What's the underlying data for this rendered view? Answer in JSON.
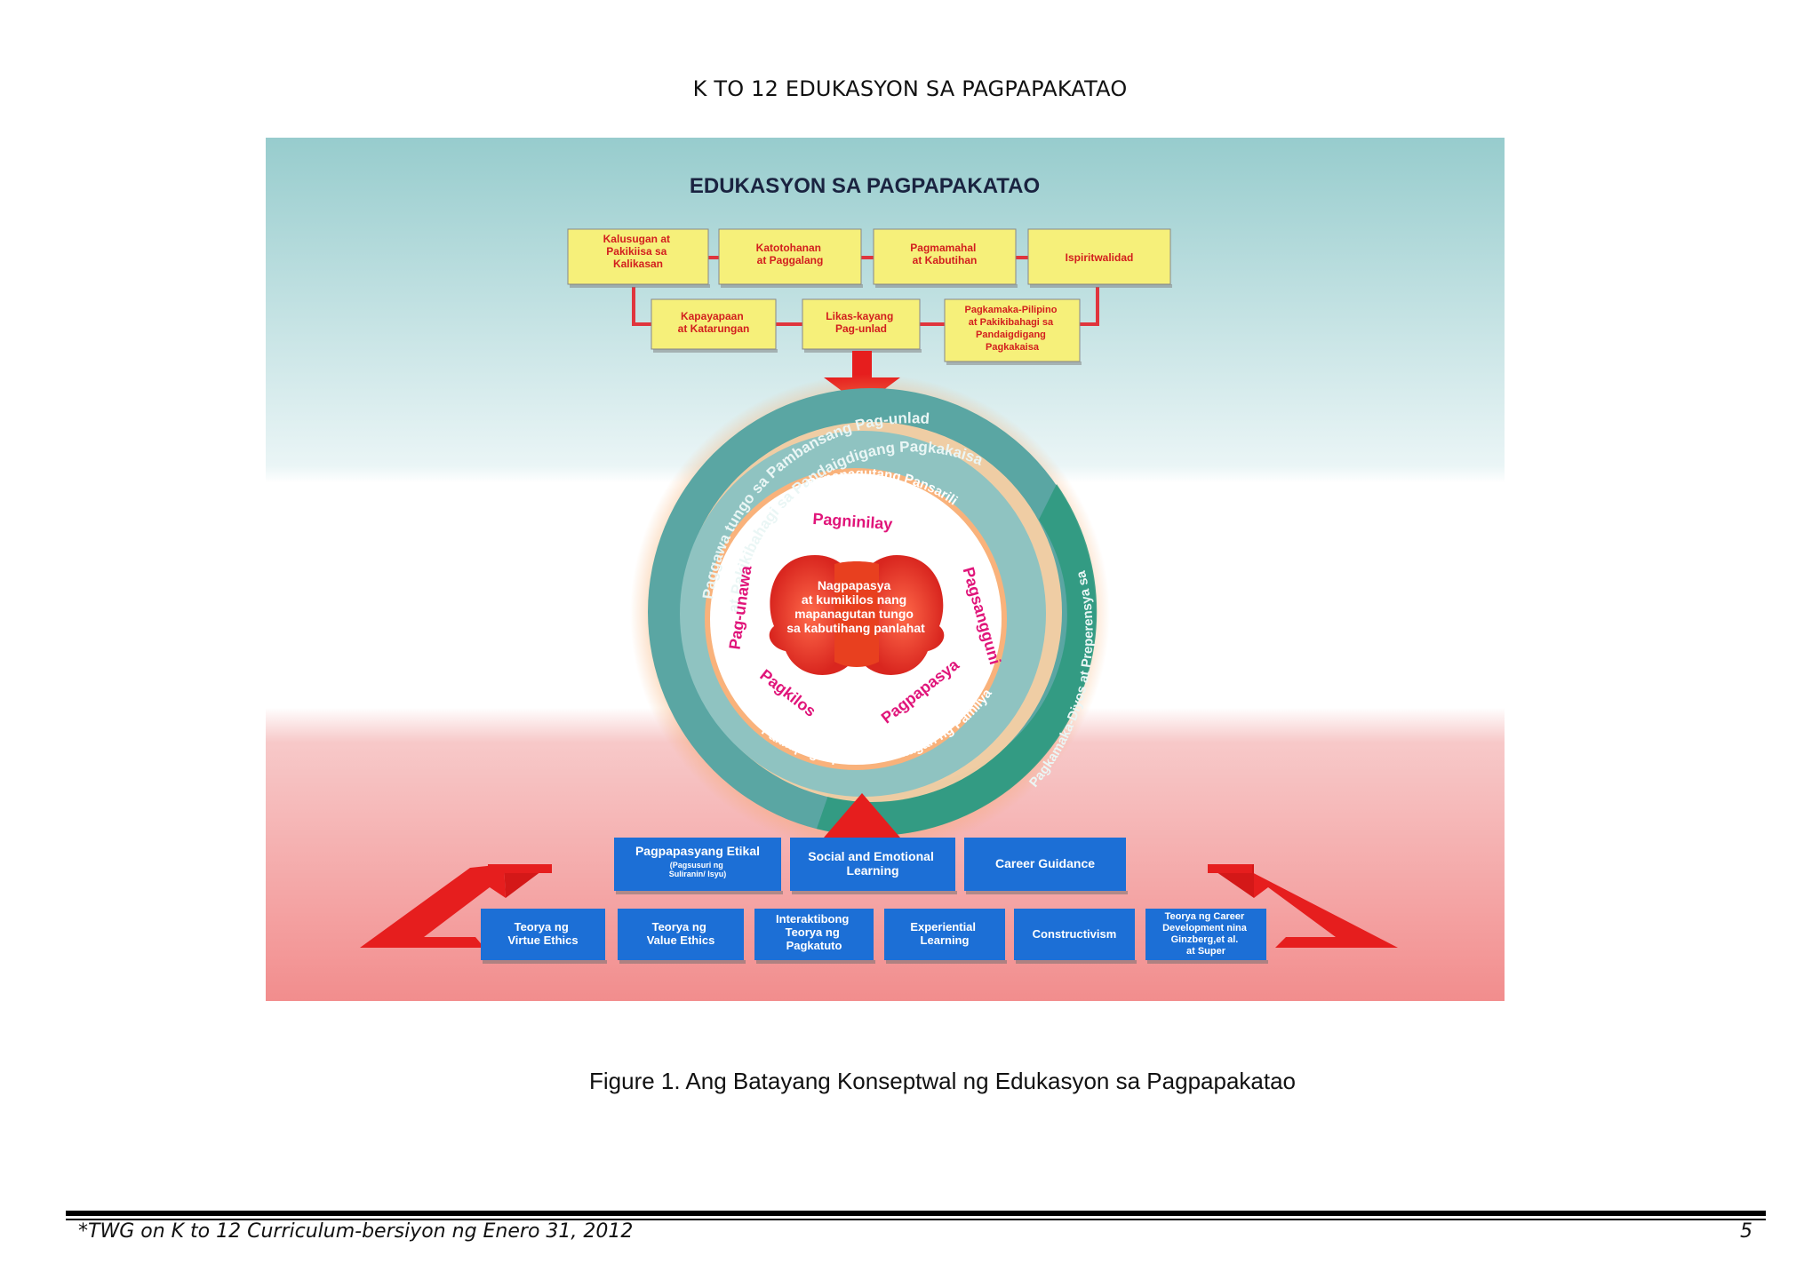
{
  "header": {
    "title": "K TO 12 EDUKASYON SA PAGPAPAKATAO"
  },
  "figure": {
    "title": "EDUKASYON SA PAGPAPAKATAO",
    "top_row": [
      [
        "Kalusugan at",
        "Pakikiisa sa",
        "Kalikasan"
      ],
      [
        "Katotohanan",
        "at Paggalang"
      ],
      [
        "Pagmamahal",
        "at Kabutihan"
      ],
      [
        "Ispiritwalidad"
      ]
    ],
    "second_row": [
      [
        "Kapayapaan",
        "at Katarungan"
      ],
      [
        "Likas-kayang",
        "Pag-unlad"
      ],
      [
        "Pagkamaka-Pilipino",
        "at Pakikibahagi sa",
        "Pandaigdigang",
        "Pagkakaisa"
      ]
    ],
    "outer_ring_top": "Paggawa tungo sa Pambansang Pag-unlad",
    "outer_ring_top2": "at Pakikibahagi sa Pandaigdigang Pagkakaisa",
    "outer_ring_right": "Pagkamaka-Diyos at Preperensya sa Kabutihan",
    "middle_ring_top": "Pananagutang Pansarili",
    "middle_ring_bottom": "Pakikipagkapwa at Katatagan ng Pamilya",
    "inner_words": {
      "top": "Pagninilay",
      "left": "Pag-unawa",
      "right": "Pagsangguni",
      "bottom_left": "Pagkilos",
      "bottom_right": "Pagpapasya"
    },
    "center_text": [
      "Nagpapasya",
      "at kumikilos nang",
      "mapanagutan tungo",
      "sa kabutihang panlahat"
    ],
    "approaches": [
      {
        "main": "Pagpapasyang Etikal",
        "sub": [
          "(Pagsusuri ng",
          "Suliranin/ Isyu)"
        ]
      },
      {
        "main": "Social and Emotional",
        "sub": [
          "Learning"
        ]
      },
      {
        "main": "Career Guidance",
        "sub": []
      }
    ],
    "theories": [
      [
        "Teorya ng",
        "Virtue Ethics"
      ],
      [
        "Teorya ng",
        "Value Ethics"
      ],
      [
        "Interaktibong",
        "Teorya ng",
        "Pagkatuto"
      ],
      [
        "Experiential",
        "Learning"
      ],
      [
        "Constructivism"
      ],
      [
        "Teorya ng Career",
        "Development nina",
        "Ginzberg,et al.",
        "at Super"
      ]
    ],
    "colors": {
      "yellow_box": "#f6f07a",
      "red_text": "#d21e1e",
      "blue_box": "#1c6fd6",
      "teal_ring": "#5aa6a3",
      "magenta": "#e0157a",
      "arrow_red": "#e61e1e"
    }
  },
  "caption": "Figure 1. Ang Batayang Konseptwal ng Edukasyon sa Pagpapakatao",
  "footer": {
    "left": "*TWG  on K to 12 Curriculum-bersiyon ng Enero 31, 2012",
    "page": "5"
  }
}
